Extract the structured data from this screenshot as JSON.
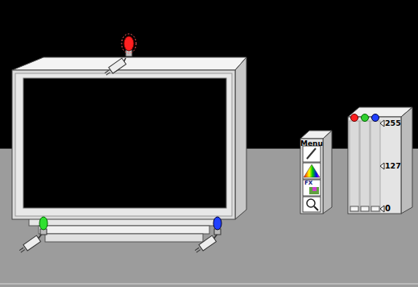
{
  "diagram": {
    "nodes": [
      {
        "text": [
          "Menu"
        ]
      },
      {
        "text": [
          "255",
          "127",
          "0"
        ]
      }
    ],
    "labels": [
      "FX"
    ]
  }
}
